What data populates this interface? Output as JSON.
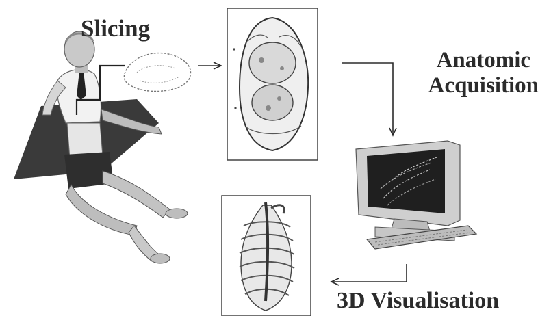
{
  "labels": {
    "slicing": "Slicing",
    "anatomic_line1": "Anatomic",
    "anatomic_line2": "Acquisition",
    "visualisation": "3D Visualisation"
  },
  "colors": {
    "ink": "#2b2b2b",
    "plane": "#3a3a3a",
    "skin": "#c9c9c9",
    "shirt": "#f2f2f2",
    "shorts": "#2e2e2e",
    "monitor": "#cfcfcf",
    "screen": "#1f1f1f"
  },
  "icons": [
    "human-figure-icon",
    "slice-outline-icon",
    "ct-slice-image",
    "computer-icon",
    "ribcage-3d-image"
  ]
}
